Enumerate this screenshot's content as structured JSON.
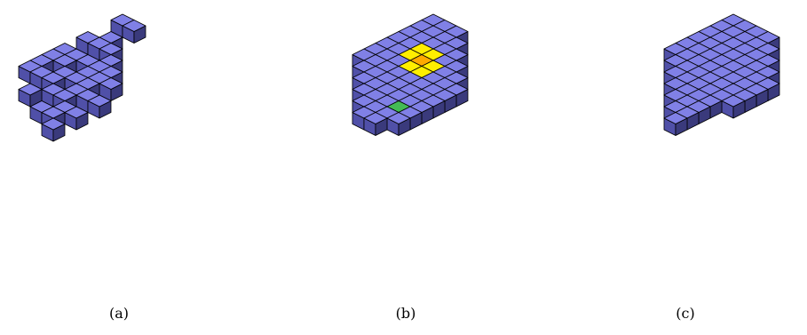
{
  "colors": {
    "top": "#8080e6",
    "left": "#5050a8",
    "right": "#3a3a7c",
    "edge": "#000000",
    "highlight_yellow": "#ffee00",
    "highlight_orange": "#ffaa00",
    "highlight_green": "#44bb55"
  },
  "panels": [
    {
      "caption": "(a)",
      "cells": [
        [
          0,
          0
        ],
        [
          0,
          1
        ],
        [
          2,
          1
        ],
        [
          3,
          0
        ],
        [
          3,
          1
        ],
        [
          3,
          2
        ],
        [
          4,
          3
        ],
        [
          5,
          0
        ],
        [
          5,
          1
        ],
        [
          5,
          2
        ],
        [
          5,
          3
        ],
        [
          5,
          4
        ],
        [
          6,
          0
        ],
        [
          6,
          1
        ],
        [
          6,
          3
        ],
        [
          6,
          4
        ],
        [
          6,
          5
        ],
        [
          7,
          0
        ],
        [
          7,
          2
        ],
        [
          7,
          3
        ],
        [
          7,
          4
        ],
        [
          8,
          0
        ],
        [
          8,
          1
        ],
        [
          8,
          2
        ],
        [
          8,
          4
        ],
        [
          8,
          5
        ],
        [
          8,
          6
        ],
        [
          9,
          3
        ],
        [
          9,
          4
        ],
        [
          10,
          2
        ],
        [
          10,
          5
        ],
        [
          10,
          6
        ],
        [
          11,
          4
        ],
        [
          11,
          5
        ],
        [
          12,
          6
        ]
      ],
      "highlights": []
    },
    {
      "caption": "(b)",
      "cells": [
        [
          0,
          0
        ],
        [
          0,
          1
        ],
        [
          0,
          2
        ],
        [
          1,
          0
        ],
        [
          1,
          1
        ],
        [
          1,
          2
        ],
        [
          1,
          3
        ],
        [
          2,
          0
        ],
        [
          2,
          1
        ],
        [
          2,
          2
        ],
        [
          2,
          3
        ],
        [
          2,
          4
        ],
        [
          3,
          0
        ],
        [
          3,
          1
        ],
        [
          3,
          2
        ],
        [
          3,
          3
        ],
        [
          3,
          4
        ],
        [
          3,
          5
        ],
        [
          4,
          0
        ],
        [
          4,
          1
        ],
        [
          4,
          2
        ],
        [
          4,
          3
        ],
        [
          4,
          4
        ],
        [
          4,
          5
        ],
        [
          4,
          6
        ],
        [
          5,
          0
        ],
        [
          5,
          1
        ],
        [
          5,
          2
        ],
        [
          5,
          3
        ],
        [
          5,
          4
        ],
        [
          5,
          5
        ],
        [
          5,
          6
        ],
        [
          5,
          7
        ],
        [
          6,
          0
        ],
        [
          6,
          1
        ],
        [
          6,
          2
        ],
        [
          6,
          3
        ],
        [
          6,
          4
        ],
        [
          6,
          5
        ],
        [
          6,
          6
        ],
        [
          6,
          7
        ],
        [
          7,
          1
        ],
        [
          7,
          2
        ],
        [
          7,
          3
        ],
        [
          7,
          4
        ],
        [
          7,
          5
        ],
        [
          7,
          6
        ],
        [
          7,
          7
        ],
        [
          8,
          2
        ],
        [
          8,
          3
        ],
        [
          8,
          4
        ],
        [
          8,
          5
        ],
        [
          8,
          6
        ],
        [
          8,
          7
        ],
        [
          9,
          3
        ],
        [
          9,
          4
        ],
        [
          9,
          5
        ],
        [
          9,
          6
        ],
        [
          9,
          7
        ],
        [
          10,
          4
        ],
        [
          10,
          5
        ],
        [
          10,
          6
        ],
        [
          10,
          7
        ],
        [
          11,
          5
        ],
        [
          11,
          6
        ]
      ],
      "highlights": [
        {
          "cell": [
            3,
            2
          ],
          "color": "highlight_yellow"
        },
        {
          "cell": [
            3,
            3
          ],
          "color": "highlight_yellow"
        },
        {
          "cell": [
            4,
            2
          ],
          "color": "highlight_yellow"
        },
        {
          "cell": [
            4,
            3
          ],
          "color": "highlight_orange"
        },
        {
          "cell": [
            4,
            4
          ],
          "color": "highlight_yellow"
        },
        {
          "cell": [
            5,
            3
          ],
          "color": "highlight_yellow"
        },
        {
          "cell": [
            5,
            4
          ],
          "color": "highlight_yellow"
        },
        {
          "cell": [
            9,
            6
          ],
          "color": "highlight_green"
        }
      ]
    },
    {
      "caption": "(c)",
      "cells": [
        [
          0,
          0
        ],
        [
          0,
          1
        ],
        [
          0,
          2
        ],
        [
          0,
          3
        ],
        [
          1,
          0
        ],
        [
          1,
          1
        ],
        [
          1,
          2
        ],
        [
          1,
          3
        ],
        [
          1,
          4
        ],
        [
          2,
          0
        ],
        [
          2,
          1
        ],
        [
          2,
          2
        ],
        [
          2,
          3
        ],
        [
          2,
          4
        ],
        [
          2,
          5
        ],
        [
          3,
          0
        ],
        [
          3,
          1
        ],
        [
          3,
          2
        ],
        [
          3,
          3
        ],
        [
          3,
          4
        ],
        [
          3,
          5
        ],
        [
          3,
          6
        ],
        [
          4,
          0
        ],
        [
          4,
          1
        ],
        [
          4,
          2
        ],
        [
          4,
          3
        ],
        [
          4,
          4
        ],
        [
          4,
          5
        ],
        [
          4,
          6
        ],
        [
          4,
          7
        ],
        [
          5,
          0
        ],
        [
          5,
          1
        ],
        [
          5,
          2
        ],
        [
          5,
          3
        ],
        [
          5,
          4
        ],
        [
          5,
          5
        ],
        [
          5,
          6
        ],
        [
          5,
          7
        ],
        [
          6,
          1
        ],
        [
          6,
          2
        ],
        [
          6,
          3
        ],
        [
          6,
          4
        ],
        [
          6,
          5
        ],
        [
          6,
          6
        ],
        [
          6,
          7
        ],
        [
          7,
          2
        ],
        [
          7,
          3
        ],
        [
          7,
          4
        ],
        [
          7,
          5
        ],
        [
          7,
          6
        ],
        [
          7,
          7
        ],
        [
          8,
          3
        ],
        [
          8,
          4
        ],
        [
          8,
          5
        ],
        [
          8,
          6
        ],
        [
          9,
          4
        ],
        [
          9,
          5
        ],
        [
          9,
          6
        ],
        [
          10,
          5
        ],
        [
          10,
          6
        ],
        [
          11,
          6
        ]
      ],
      "highlights": []
    }
  ]
}
